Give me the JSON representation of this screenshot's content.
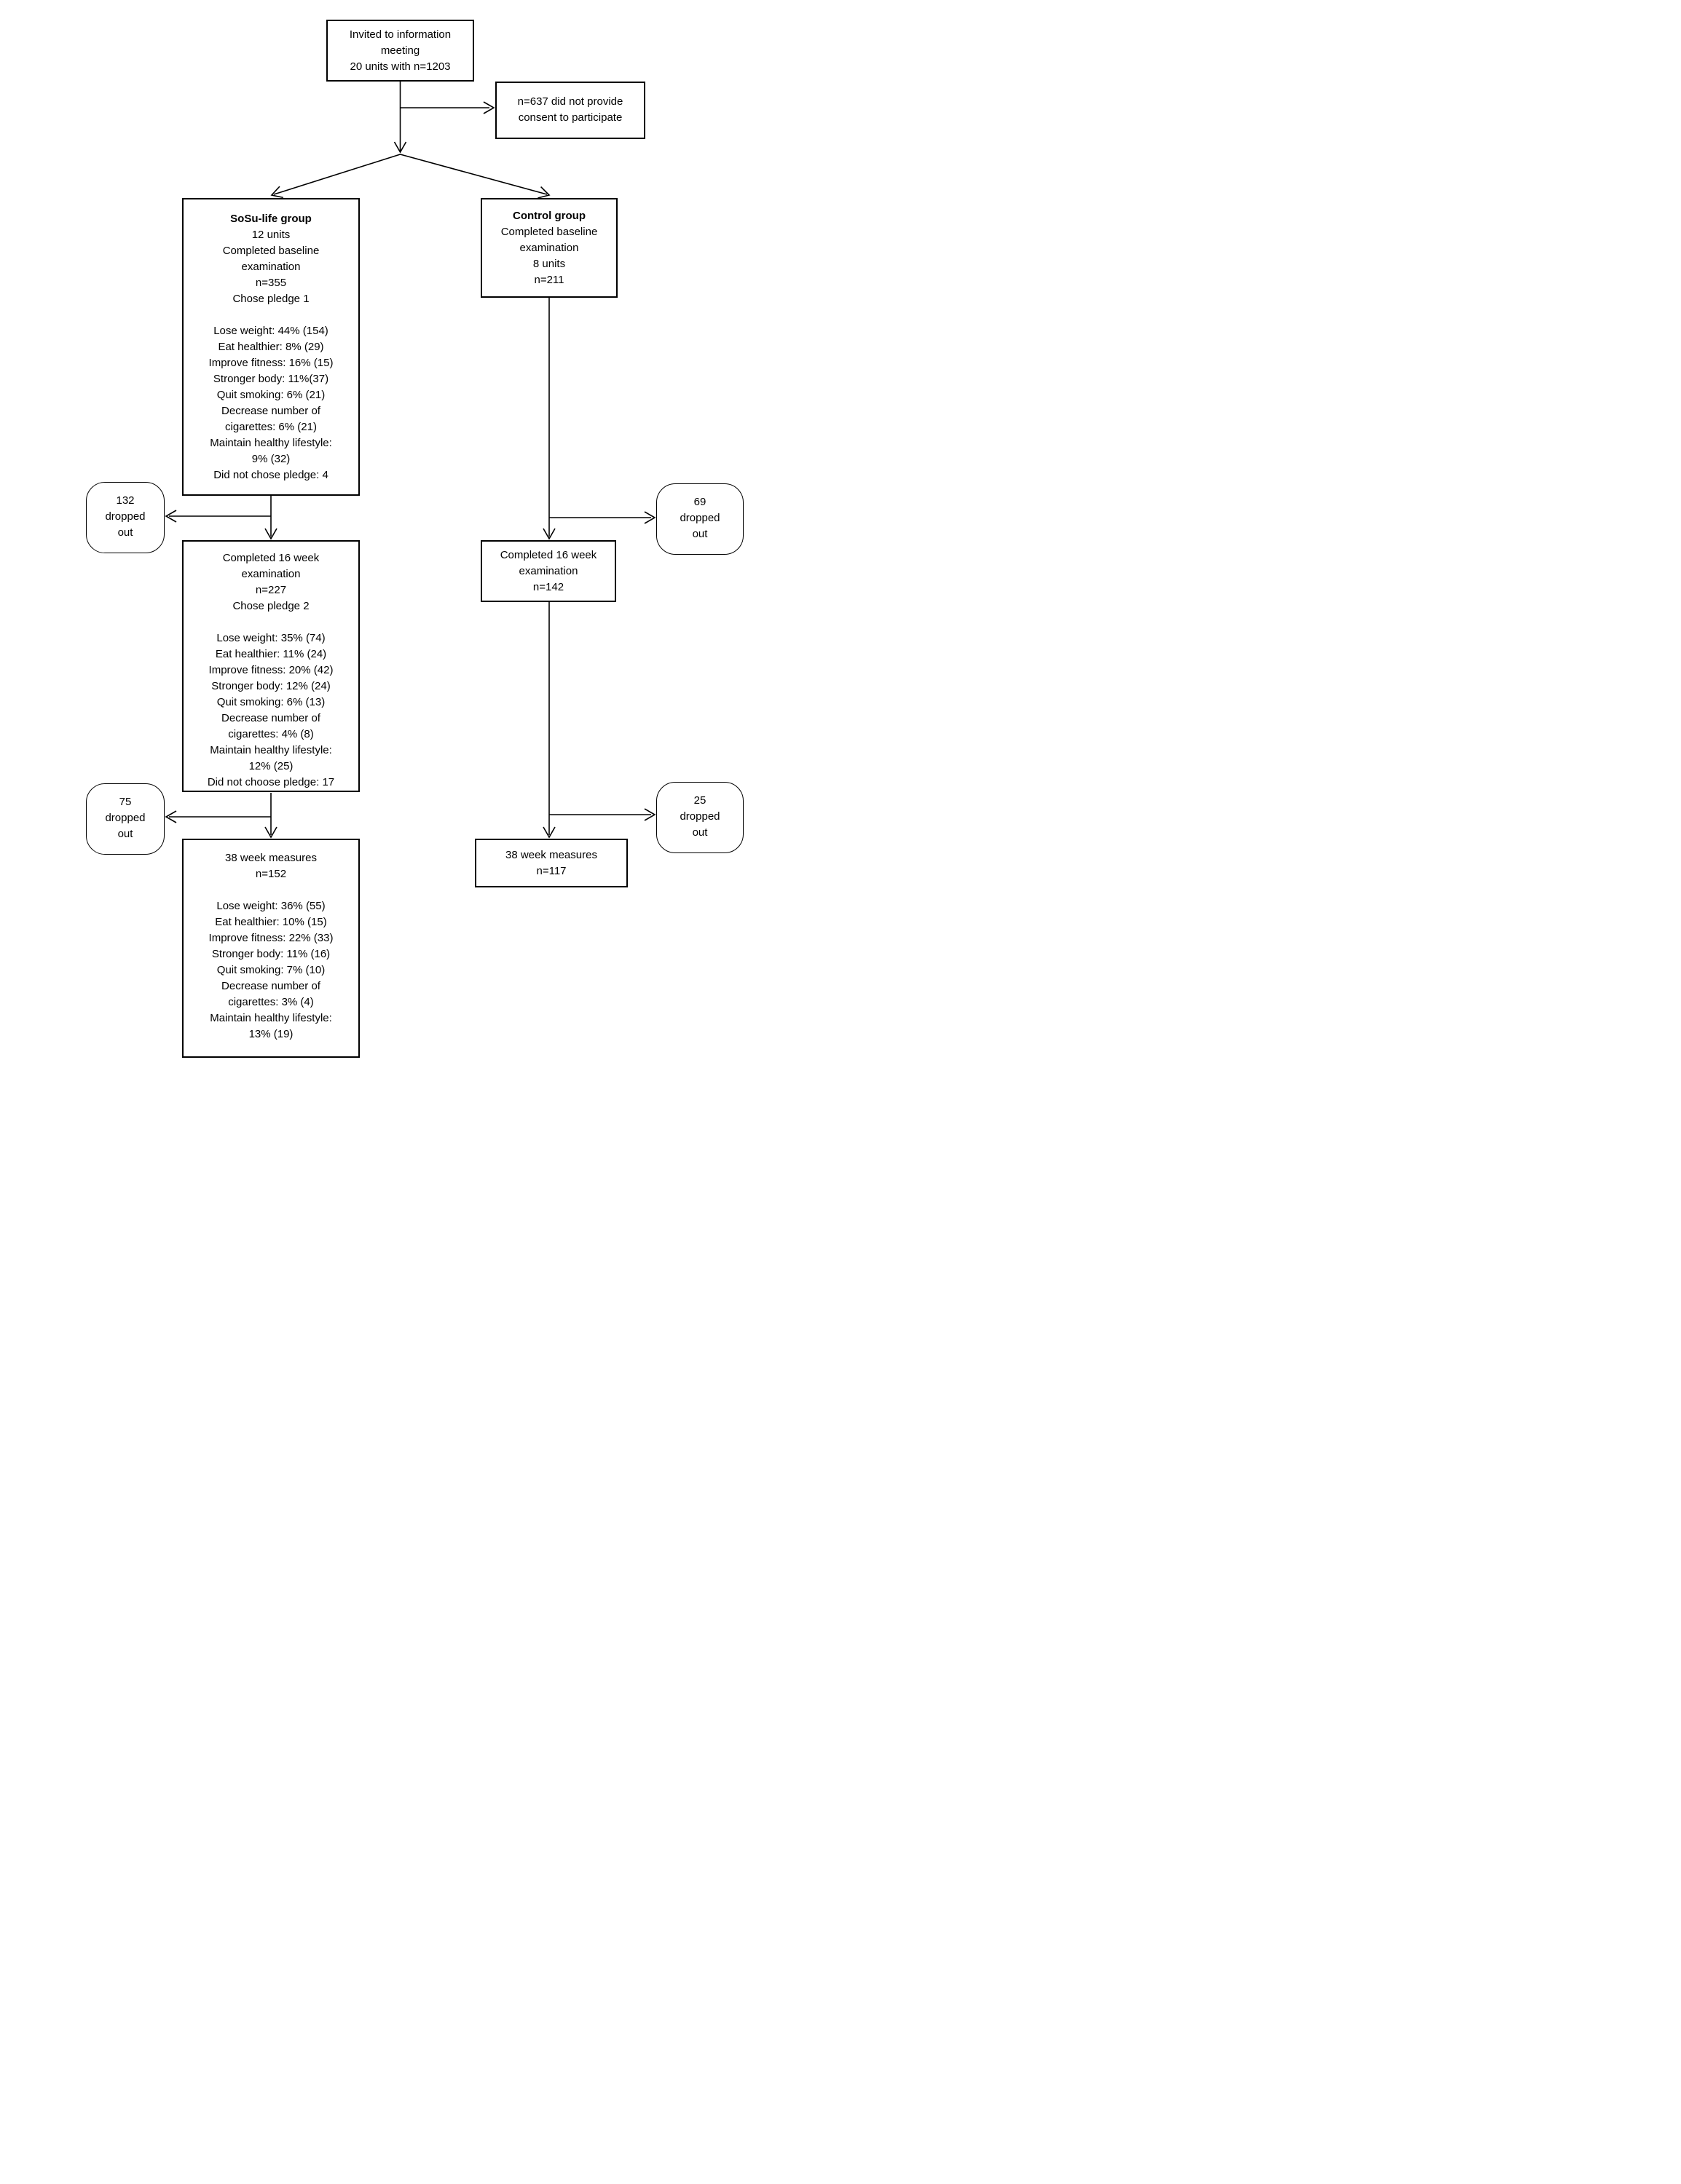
{
  "page": {
    "background": "#ffffff",
    "text_color": "#000000",
    "line_color": "#000000"
  },
  "flowchart": {
    "boxes": {
      "invited": {
        "lines": [
          "Invited to information",
          "meeting",
          "20 units with n=1203"
        ]
      },
      "no_consent": {
        "lines": [
          "n=637 did not provide",
          "consent to participate"
        ]
      },
      "sosu_baseline": {
        "title": "SoSu-life group",
        "lines": [
          "12 units",
          "Completed baseline",
          "examination",
          "n=355",
          "Chose pledge 1",
          "",
          "Lose weight: 44% (154)",
          "Eat healthier: 8% (29)",
          "Improve fitness: 16% (15)",
          "Stronger body: 11%(37)",
          "Quit smoking: 6% (21)",
          "Decrease number of",
          "cigarettes: 6% (21)",
          "Maintain healthy lifestyle:",
          "9% (32)",
          "Did not chose pledge: 4"
        ]
      },
      "control_baseline": {
        "title": "Control group",
        "lines": [
          "Completed baseline",
          "examination",
          "8 units",
          "n=211"
        ]
      },
      "dropout_132": {
        "lines": [
          "132",
          "dropped",
          "out"
        ]
      },
      "dropout_69": {
        "lines": [
          "69",
          "dropped",
          "out"
        ]
      },
      "sosu_16week": {
        "lines": [
          "Completed 16 week",
          "examination",
          "n=227",
          "Chose pledge 2",
          "",
          "Lose weight: 35% (74)",
          "Eat healthier: 11% (24)",
          "Improve fitness: 20% (42)",
          "Stronger body: 12% (24)",
          "Quit smoking: 6% (13)",
          "Decrease number of",
          "cigarettes: 4% (8)",
          "Maintain healthy lifestyle:",
          "12% (25)",
          "Did not choose pledge: 17"
        ]
      },
      "control_16week": {
        "lines": [
          "Completed 16 week",
          "examination",
          "n=142"
        ]
      },
      "dropout_75": {
        "lines": [
          "75",
          "dropped",
          "out"
        ]
      },
      "dropout_25": {
        "lines": [
          "25",
          "dropped",
          "out"
        ]
      },
      "sosu_38week": {
        "lines": [
          "38 week measures",
          "n=152",
          "",
          "Lose weight: 36% (55)",
          "Eat healthier: 10% (15)",
          "Improve fitness: 22% (33)",
          "Stronger body: 11% (16)",
          "Quit smoking: 7% (10)",
          "Decrease number of",
          "cigarettes: 3% (4)",
          "Maintain healthy lifestyle:",
          "13% (19)"
        ]
      },
      "control_38week": {
        "lines": [
          "38 week measures",
          "n=117"
        ]
      }
    }
  }
}
